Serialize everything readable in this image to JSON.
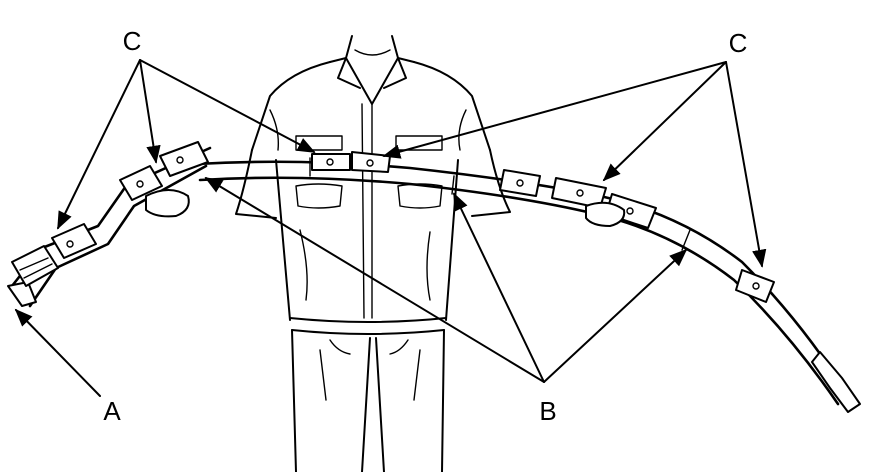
{
  "figure": {
    "callouts": {
      "a": "A",
      "b": "B",
      "c_left": "C",
      "c_right": "C"
    }
  }
}
